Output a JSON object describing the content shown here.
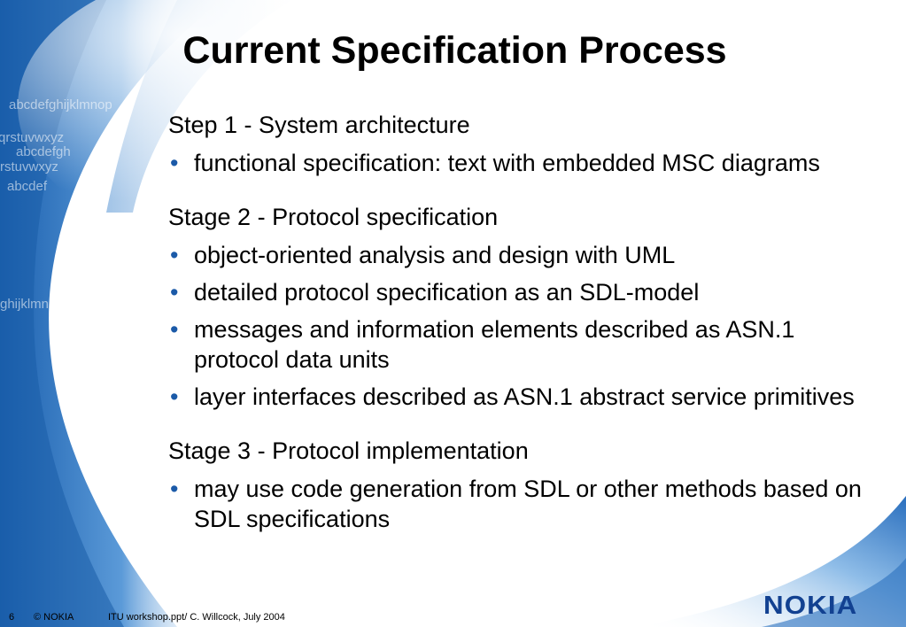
{
  "slide": {
    "title": "Current Specification Process",
    "sections": [
      {
        "heading": "Step 1 - System architecture",
        "bullets": [
          "functional specification: text with embedded MSC diagrams"
        ]
      },
      {
        "heading": "Stage 2 - Protocol specification",
        "bullets": [
          "object-oriented analysis and design with UML",
          "detailed protocol specification as an SDL-model",
          "messages and information elements described as ASN.1 protocol data units",
          "layer interfaces described as ASN.1 abstract service primitives"
        ]
      },
      {
        "heading": "Stage 3 - Protocol implementation",
        "bullets": [
          "may use code generation from SDL or other methods based on SDL specifications"
        ]
      }
    ]
  },
  "footer": {
    "page_number": "6",
    "copyright": "© NOKIA",
    "source": "ITU workshop.ppt/ C. Willcock, July 2004"
  },
  "logo": {
    "text": "NOKIA",
    "color": "#124191"
  },
  "theme": {
    "accent": "#1b5aa8",
    "background_blue": "#2d74c4"
  },
  "background_letters": [
    "abcdefghijklmnop",
    "qrstuvwxyz",
    "abcdefgh",
    "rstuvwxyz",
    "abcdef",
    "ghijklmno"
  ]
}
